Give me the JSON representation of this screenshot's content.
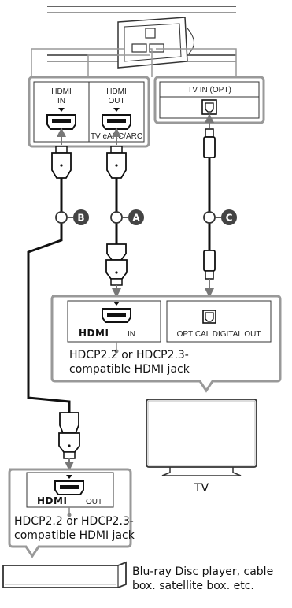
{
  "soundbar": {
    "hdmi_in_label": [
      "HDMI",
      "IN"
    ],
    "hdmi_out_label": [
      "HDMI",
      "OUT"
    ],
    "hdmi_out_sub": "TV eARC/ARC",
    "tv_in_label": "TV IN (OPT)"
  },
  "tv": {
    "hdmi_logo": "HDMI",
    "hdmi_in": "IN",
    "optical_out": "OPTICAL DIGITAL OUT",
    "hdcp_note": [
      "HDCP2.2 or HDCP2.3-",
      "compatible HDMI jack"
    ],
    "name": "TV"
  },
  "player": {
    "hdmi_logo": "HDMI",
    "hdmi_out": "OUT",
    "hdcp_note": [
      "HDCP2.2 or HDCP2.3-",
      "compatible HDMI jack"
    ],
    "name": [
      "Blu-ray Disc player, cable",
      "box. satellite box. etc."
    ]
  },
  "cables": {
    "b": "B",
    "a": "A",
    "c": "C"
  }
}
